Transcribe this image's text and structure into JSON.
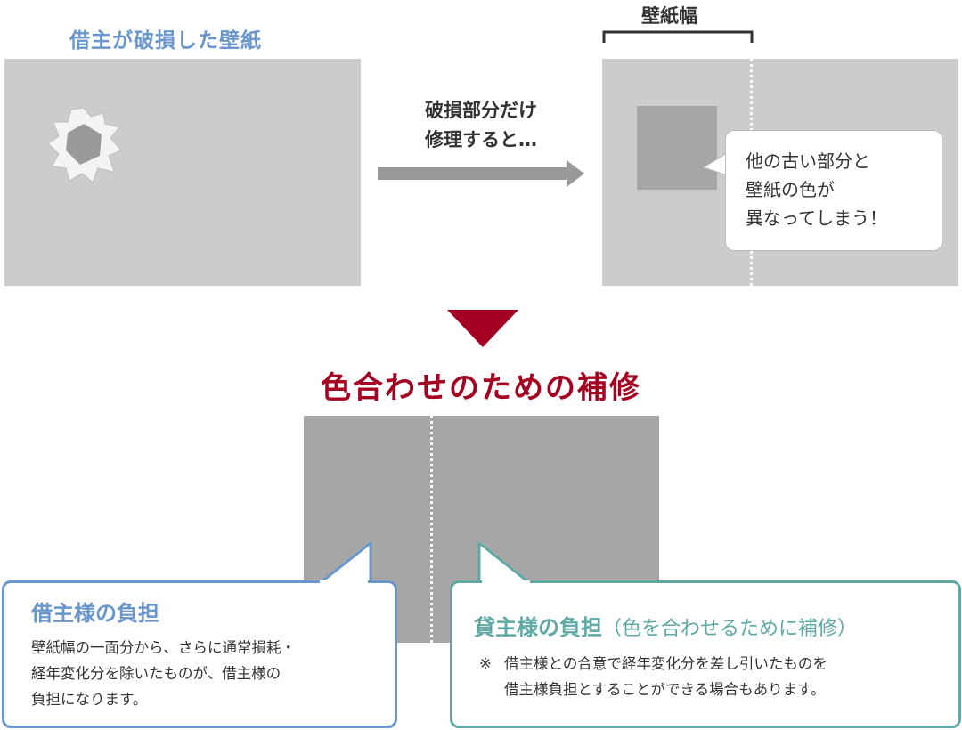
{
  "colors": {
    "panel_gray": "#cccccc",
    "patch_gray": "#a6a6a6",
    "arrow_gray": "#999999",
    "accent_red": "#a50021",
    "tenant_blue": "#6996cc",
    "landlord_teal": "#5fa9a4"
  },
  "step1": {
    "title": "借主が破損した壁紙"
  },
  "arrow": {
    "text": "破損部分だけ\n修理すると…"
  },
  "step2": {
    "width_label": "壁紙幅",
    "bubble_text": "他の古い部分と\n壁紙の色が\n異なってしまう！"
  },
  "result": {
    "title": "色合わせのための補修"
  },
  "tenant": {
    "title": "借主様の負担",
    "body": "壁紙幅の一面分から、さらに通常損耗・\n経年変化分を除いたものが、借主様の\n負担になります。"
  },
  "landlord": {
    "title": "貸主様の負担",
    "title_note": "（色を合わせるために補修）",
    "note_mark": "※",
    "body": "借主様との合意で経年変化分を差し引いたものを\n借主様負担とすることができる場合もあります。"
  }
}
